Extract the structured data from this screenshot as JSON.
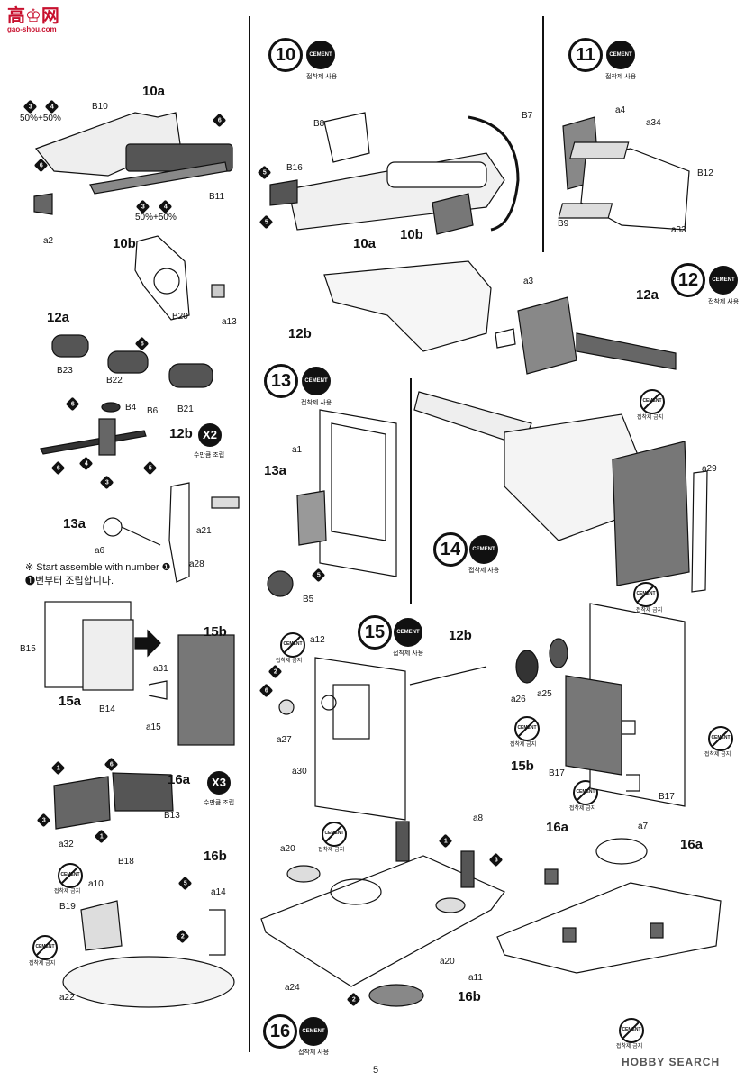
{
  "header": {
    "logo_glyphs": "高♔网",
    "logo_url": "gao-shou.com",
    "watermark": "HOBBY SEARCH"
  },
  "footer": {
    "page_number": "5"
  },
  "cement": {
    "badge": "CEMENT",
    "use_caption": "접착제 사용",
    "no_use_caption": "접착제 금지"
  },
  "steps": {
    "s10": {
      "number": "10"
    },
    "s11": {
      "number": "11"
    },
    "s12": {
      "number": "12"
    },
    "s13": {
      "number": "13"
    },
    "s14": {
      "number": "14"
    },
    "s15": {
      "number": "15"
    },
    "s16": {
      "number": "16"
    }
  },
  "subassemblies": {
    "sa10a": "10a",
    "sa10b": "10b",
    "sa12a": "12a",
    "sa12b": "12b",
    "sa13a": "13a",
    "sa15a": "15a",
    "sa15b": "15b",
    "sa16a": "16a",
    "sa16b": "16b",
    "r10a": "10a",
    "r10b": "10b",
    "r12a": "12a",
    "r12b": "12b",
    "r13a": "13a",
    "r12b2": "12b",
    "r15b": "15b",
    "r16a1": "16a",
    "r16a2": "16a",
    "r16b": "16b"
  },
  "badges": {
    "x2": "X2",
    "x2_caption": "수만큼 조립",
    "x3": "X3",
    "x3_caption": "수만큼 조립"
  },
  "paint": {
    "ratio1": "50%+50%",
    "ratio2": "50%+50%"
  },
  "note": {
    "en": "※ Start assemble with number ❶",
    "kr": "❶번부터 조립합니다."
  },
  "parts": {
    "B10": "B10",
    "B11": "B11",
    "a2": "a2",
    "B20": "B20",
    "a13": "a13",
    "B23": "B23",
    "B22": "B22",
    "B21": "B21",
    "B4": "B4",
    "B6": "B6",
    "a21": "a21",
    "a6": "a6",
    "a28": "a28",
    "B15": "B15",
    "B14": "B14",
    "a31": "a31",
    "a15": "a15",
    "B13": "B13",
    "a32": "a32",
    "B18": "B18",
    "a10": "a10",
    "a14": "a14",
    "B19": "B19",
    "a22": "a22",
    "B8": "B8",
    "B7": "B7",
    "B16": "B16",
    "a4": "a4",
    "a34": "a34",
    "B12": "B12",
    "B9": "B9",
    "a33": "a33",
    "a3": "a3",
    "a1": "a1",
    "B5": "B5",
    "a29": "a29",
    "a12": "a12",
    "a27": "a27",
    "a30": "a30",
    "a26": "a26",
    "a25": "a25",
    "B17a": "B17",
    "B17b": "B17",
    "a8": "a8",
    "a20a": "a20",
    "a20b": "a20",
    "a11": "a11",
    "a24": "a24",
    "a7": "a7"
  },
  "paint_dots": [
    "3",
    "4",
    "6",
    "6",
    "3",
    "4",
    "6",
    "6",
    "6",
    "4",
    "5",
    "3",
    "5",
    "5",
    "1",
    "6",
    "3",
    "1",
    "5",
    "2",
    "5",
    "2",
    "6",
    "1",
    "2",
    "3"
  ]
}
